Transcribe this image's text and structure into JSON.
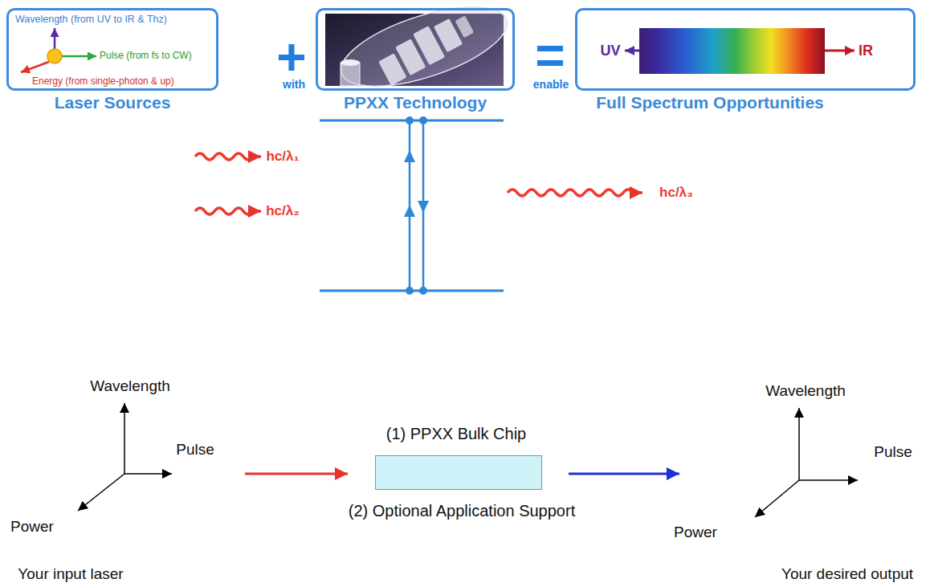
{
  "diagram": {
    "nodes": [
      {
        "text": [
          "Wavelength (from UV to IR & Thz)",
          "Pulse (from fs to CW)",
          "Energy (from single-photon & up)",
          "Laser Sources"
        ]
      },
      {
        "text": [
          "PPXX Technology"
        ]
      },
      {
        "text": [
          "UV",
          "IR",
          "Full Spectrum Opportunities"
        ]
      },
      {
        "text": [
          "(1) PPXX Bulk Chip",
          "(2) Optional Application Support"
        ]
      }
    ],
    "labels": [
      "+",
      "with",
      "=",
      "enable",
      "hc/λ₁",
      "hc/λ₂",
      "hc/λ₃",
      "Wavelength",
      "Pulse",
      "Power",
      "Your input laser",
      "Wavelength",
      "Pulse",
      "Power",
      "Your desired output"
    ]
  }
}
